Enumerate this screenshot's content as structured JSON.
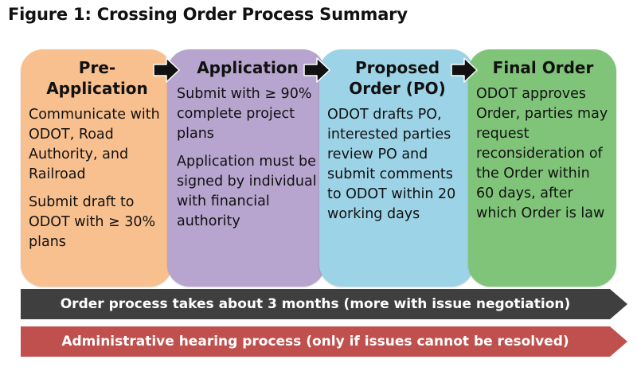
{
  "figure": {
    "title": "Figure 1: Crossing Order Process Summary"
  },
  "stages": [
    {
      "title": "Pre-Application",
      "color": "#f9c08f",
      "paragraphs": [
        "Communicate with ODOT, Road Authority, and Railroad",
        "Submit draft to ODOT with ≥ 30% plans"
      ]
    },
    {
      "title": "Application",
      "color": "#b7a4cf",
      "paragraphs": [
        "Submit with ≥ 90% complete project plans",
        "Application must be signed by individual with financial authority"
      ]
    },
    {
      "title": "Proposed Order (PO)",
      "color": "#9dd3e6",
      "paragraphs": [
        "ODOT drafts PO, interested parties review PO and submit comments to ODOT within 20 working days"
      ]
    },
    {
      "title": "Final Order",
      "color": "#80c47a",
      "paragraphs": [
        "ODOT approves Order, parties may request reconsideration of the Order within 60 days, after which Order is law"
      ]
    }
  ],
  "banners": [
    {
      "text": "Order process takes about 3 months (more with issue negotiation)",
      "color": "#3f3f3f"
    },
    {
      "text": "Administrative hearing process (only if issues cannot be resolved)",
      "color": "#c0504d"
    }
  ]
}
